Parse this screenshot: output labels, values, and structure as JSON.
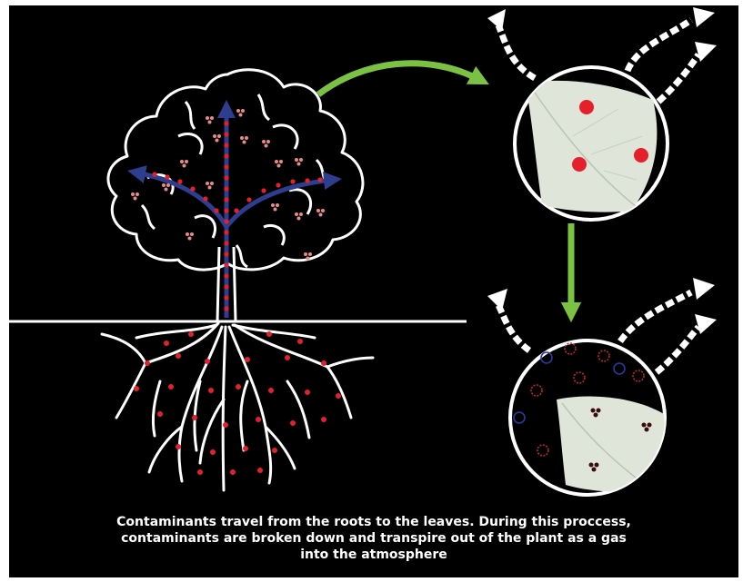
{
  "caption": {
    "line1": "Contaminants travel from the roots to the leaves. During this proccess,",
    "line2": "contaminants are broken down and transpire out of the plant as a gas",
    "line3": "into the atmosphere"
  },
  "colors": {
    "background": "#000000",
    "tree_outline": "#ffffff",
    "contaminant": "#e5202a",
    "transport_arrow": "#2f3d8f",
    "flow_arrow": "#7cc242",
    "leaf": "#dfe6d9",
    "gas_ring_red": "#c0272d",
    "gas_ring_blue": "#2b3aa0"
  },
  "icons": {
    "tree": "tree-with-roots",
    "leaf": "leaf",
    "arrow": "curved-arrow",
    "gas": "gas-molecule-ring"
  }
}
